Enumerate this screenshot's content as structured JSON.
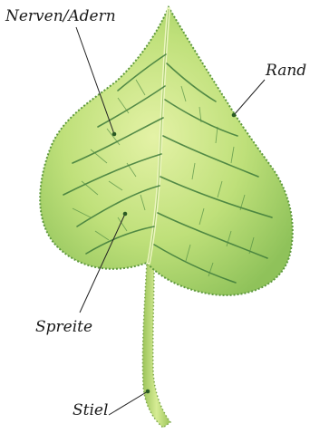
{
  "labels": {
    "nerves": "Nerven/Adern",
    "edge": "Rand",
    "blade": "Spreite",
    "stalk": "Stiel"
  },
  "colors": {
    "leaf_light": "#cfe88a",
    "leaf_mid": "#a8d363",
    "leaf_dark": "#6aa84f",
    "vein": "#3d7a3a",
    "midrib": "#e8f2b0",
    "stalk": "#b9d870"
  }
}
